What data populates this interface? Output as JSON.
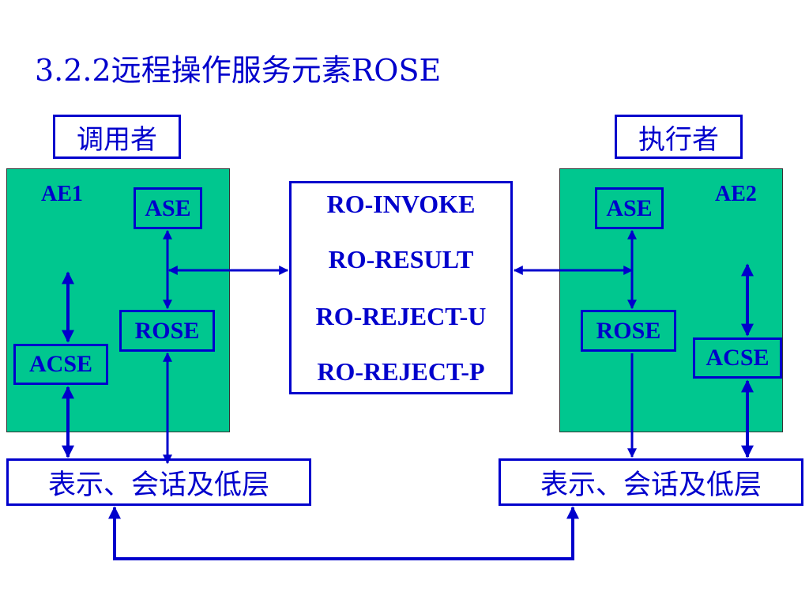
{
  "title": "3.2.2远程操作服务元素ROSE",
  "left": {
    "role": "调用者",
    "entity": "AE1",
    "ase": "ASE",
    "rose": "ROSE",
    "acse": "ACSE",
    "layer": "表示、会话及低层"
  },
  "right": {
    "role": "执行者",
    "entity": "AE2",
    "ase": "ASE",
    "rose": "ROSE",
    "acse": "ACSE",
    "layer": "表示、会话及低层"
  },
  "operations": [
    "RO-INVOKE",
    "RO-RESULT",
    "RO-REJECT-U",
    "RO-REJECT-P"
  ],
  "colors": {
    "ae_fill": "#00c78f",
    "line": "#0000cc",
    "background": "#ffffff"
  }
}
